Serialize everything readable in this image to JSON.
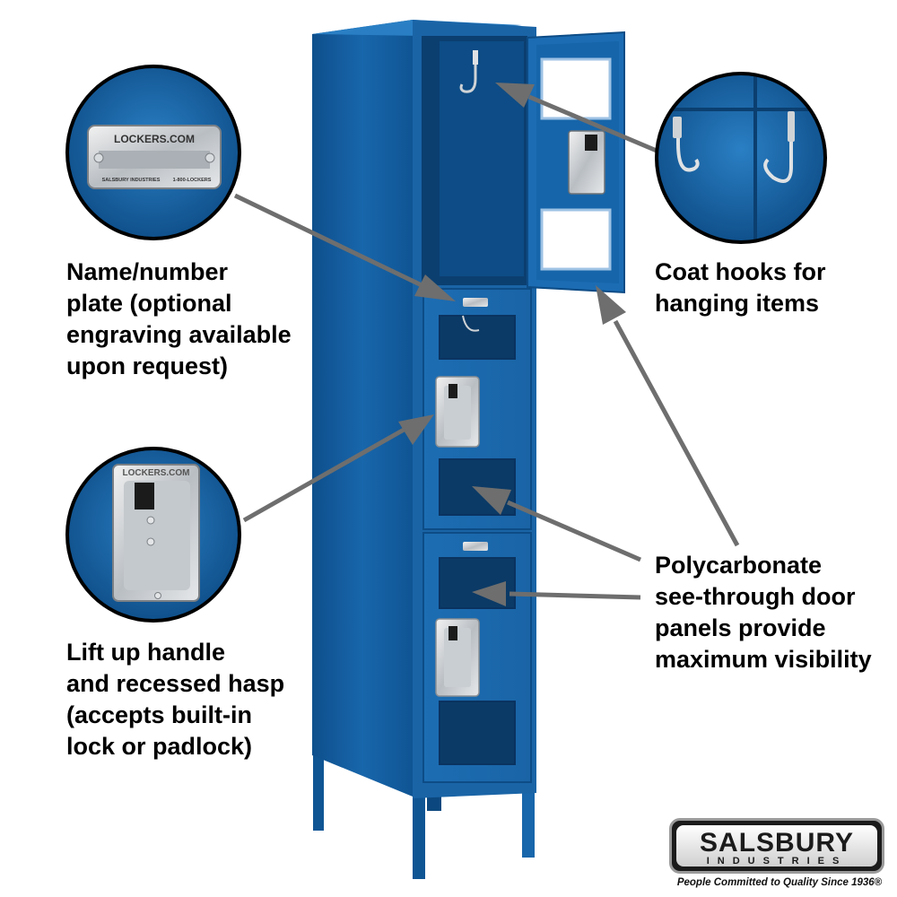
{
  "labels": {
    "plate": [
      "Name/number",
      "plate (optional",
      "engraving available",
      "upon request)"
    ],
    "handle": [
      "Lift up handle",
      "and recessed hasp",
      "(accepts built-in",
      "lock or padlock)"
    ],
    "hooks": [
      "Coat hooks for",
      "hanging items"
    ],
    "panels": [
      "Polycarbonate",
      "see-through door",
      "panels provide",
      "maximum visibility"
    ]
  },
  "plate_inset": {
    "brand": "LOCKERS.COM",
    "small_left": "SALSBURY INDUSTRIES",
    "small_right": "1-800-LOCKERS"
  },
  "handle_inset": {
    "brand": "LOCKERS.COM"
  },
  "logo": {
    "name": "SALSBURY",
    "sub": "INDUSTRIES",
    "tagline": "People Committed to Quality Since 1936®"
  },
  "colors": {
    "locker_blue": "#1565a8",
    "locker_dark": "#0d4c86",
    "locker_light": "#2a7fc4",
    "arrow": "#6e6e6e",
    "text": "#000000"
  }
}
